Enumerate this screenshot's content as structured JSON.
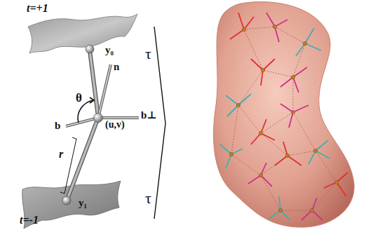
{
  "diagram": {
    "labels": [
      "t=+1",
      "y₀",
      "n",
      "θ",
      "(u,v)",
      "b",
      "b⊥",
      "r",
      "y₁",
      "t=-1",
      "τ",
      "τ"
    ]
  }
}
